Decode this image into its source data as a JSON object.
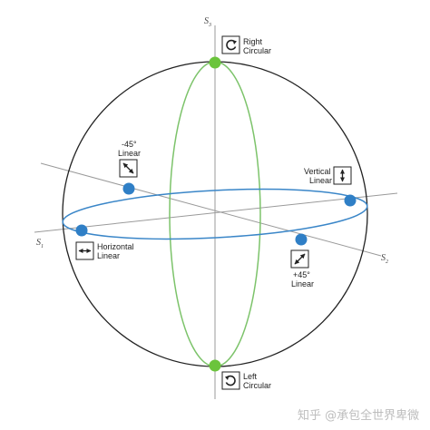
{
  "axes": {
    "s1": {
      "letter": "S",
      "sub": "1"
    },
    "s2": {
      "letter": "S",
      "sub": "2"
    },
    "s3": {
      "letter": "S",
      "sub": "3"
    }
  },
  "states": {
    "right_circular": {
      "line1": "Right",
      "line2": "Circular"
    },
    "left_circular": {
      "line1": "Left",
      "line2": "Circular"
    },
    "minus45_linear": {
      "line1": "-45°",
      "line2": "Linear"
    },
    "vertical_linear": {
      "line1": "Vertical",
      "line2": "Linear"
    },
    "horizontal_linear": {
      "line1": "Horizontal",
      "line2": "Linear"
    },
    "plus45_linear": {
      "line1": "+45°",
      "line2": "Linear"
    }
  },
  "watermark": "知乎 @承包全世界卑微",
  "colors": {
    "sphere": "#222222",
    "axis": "#9a9a9a",
    "equator": "#3a86c8",
    "meridian": "#7cc36a",
    "pole_dot": "#6bc43c",
    "equator_dot": "#2f7fc6"
  }
}
